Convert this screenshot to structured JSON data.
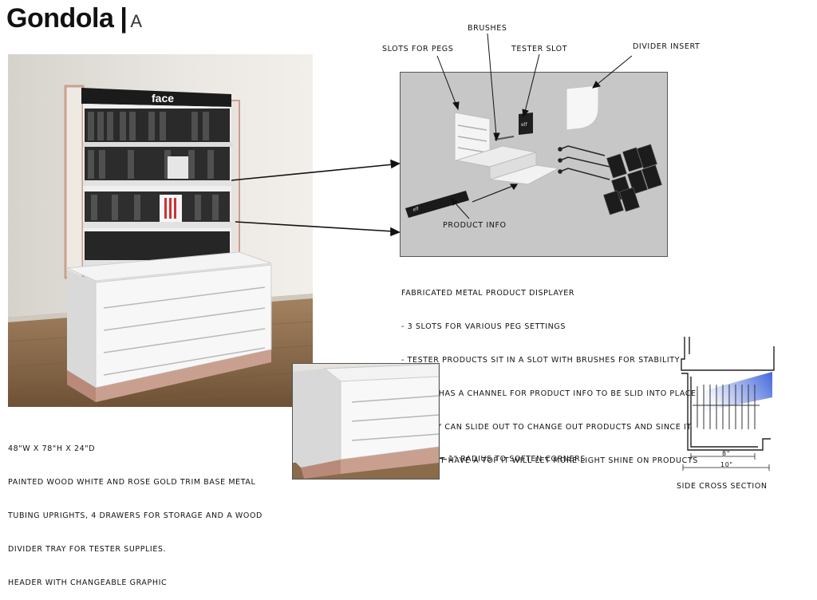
{
  "title": {
    "main": "Gondola",
    "separator": "|",
    "sub": "A"
  },
  "callouts": {
    "brushes": "BRUSHES",
    "slots_for_pegs": "SLOTS FOR PEGS",
    "tester_slot": "TESTER SLOT",
    "divider_insert": "DIVIDER INSERT",
    "product_info": "PRODUCT INFO",
    "radius": "1\" RADIUS TO SOFTEN CORNERS",
    "side_cross_section": "SIDE CROSS SECTION",
    "dim_8": "8\"",
    "dim_10": "10\""
  },
  "display_header_text": "face",
  "brand_mark": "elf",
  "displayer_notes": [
    "FABRICATED METAL PRODUCT DISPLAYER",
    "- 3 SLOTS FOR VARIOUS PEG SETTINGS",
    "- TESTER PRODUCTS SIT IN A SLOT WITH BRUSHES FOR STABILITY",
    "- FRONT HAS A CHANNEL FOR PRODUCT INFO TO BE SLID INTO PLACE.",
    "- DISPLAY CAN SLIDE OUT TO CHANGE OUT PRODUCTS AND SINCE IT",
    "DOES NOT HAVE A TOP IT WILL LET MORE LIGHT SHINE ON PRODUCTS"
  ],
  "gondola_notes": [
    "48\"W x 78\"H x 24\"D",
    "PAINTED WOOD WHITE AND ROSE GOLD TRIM BASE METAL",
    "TUBING UPRIGHTS, 4 DRAWERS FOR STORAGE AND A WOOD",
    "DIVIDER TRAY FOR TESTER SUPPLIES.",
    "HEADER WITH CHANGEABLE GRAPHIC"
  ],
  "colors": {
    "rose_gold": "#c9a090",
    "wall": "#e4e1dc",
    "floor": "#8a6b4a",
    "panel_gray": "#c7c7c7"
  }
}
